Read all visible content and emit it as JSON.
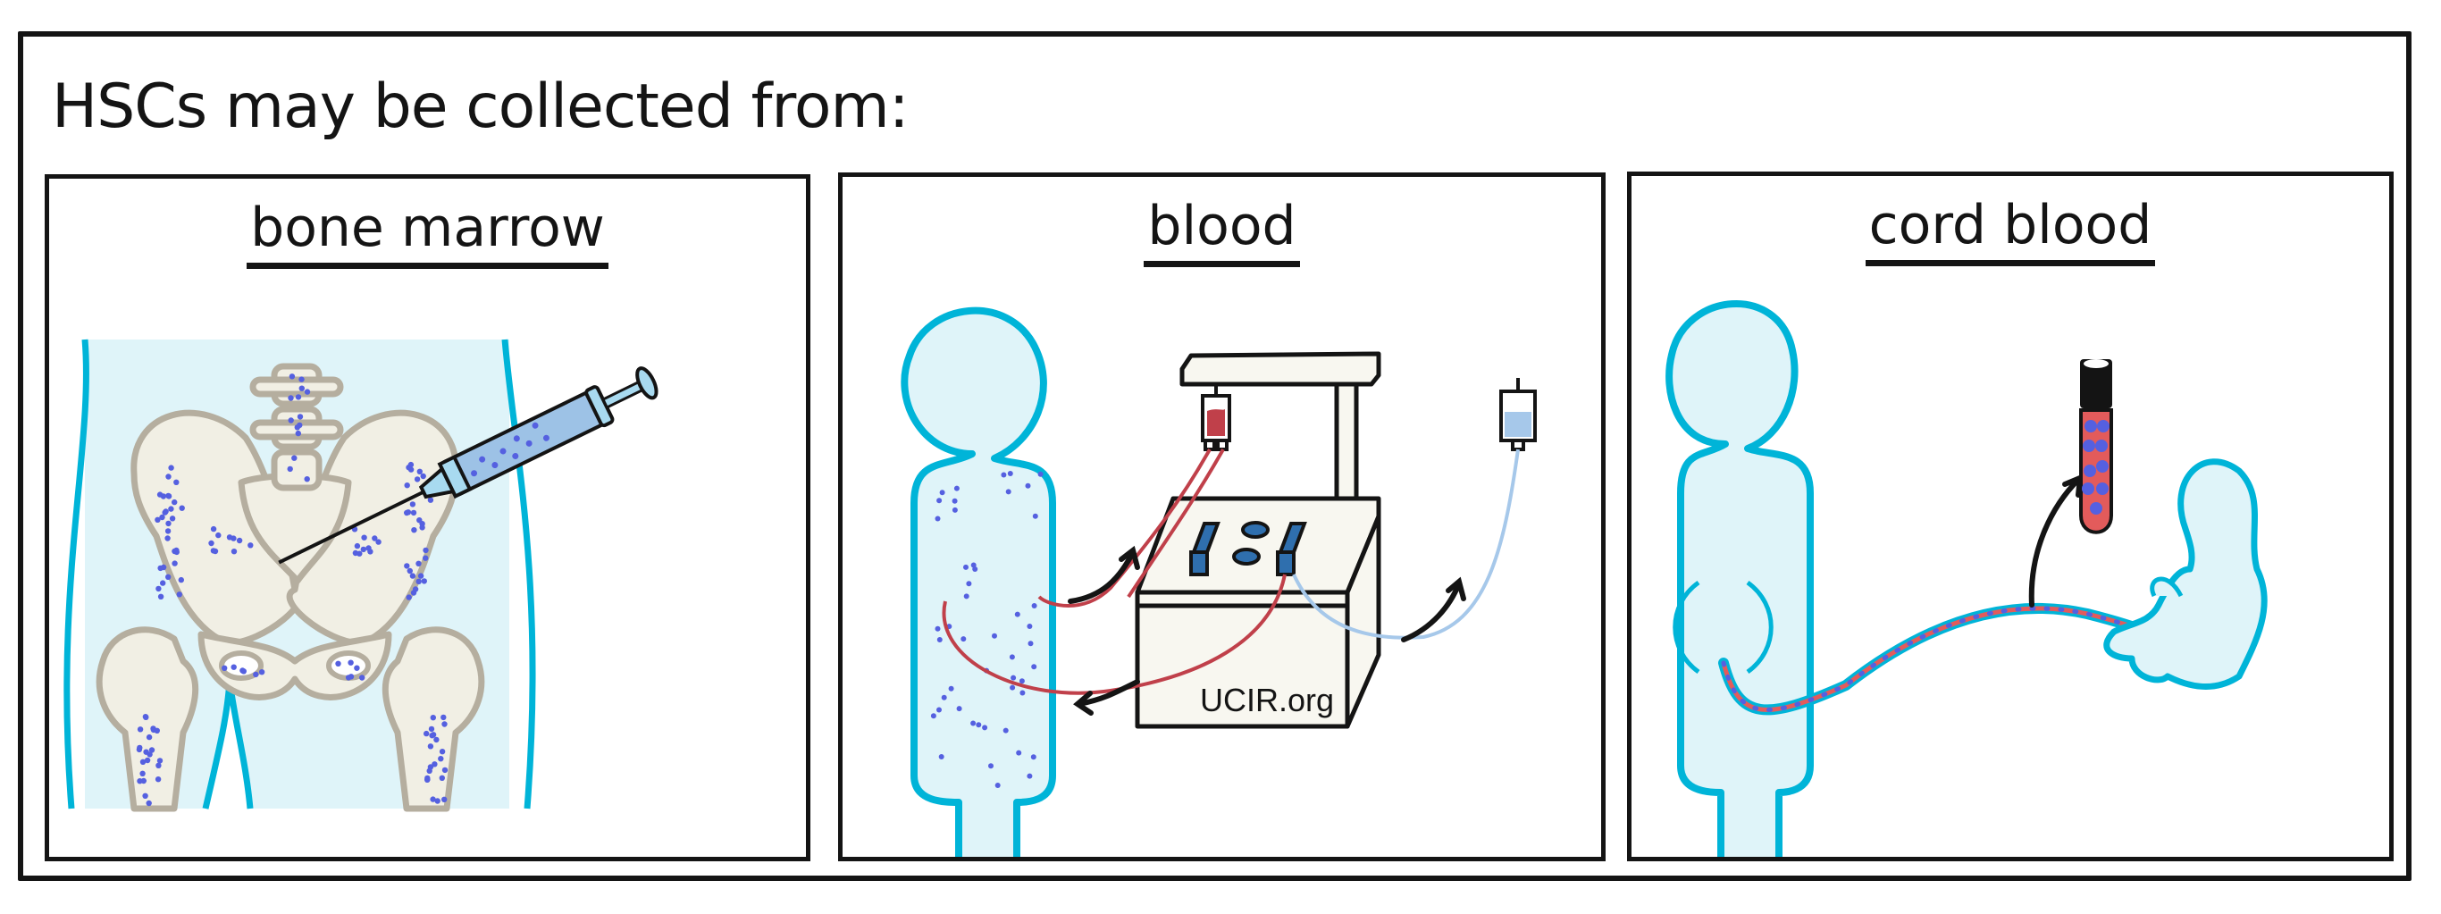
{
  "heading": "HSCs may be collected from:",
  "panels": [
    {
      "title": "bone marrow",
      "illustration": "pelvis-and-femurs-with-syringe"
    },
    {
      "title": "blood",
      "illustration": "person-connected-to-apheresis-machine",
      "machine_label": "UCIR.org"
    },
    {
      "title": "cord blood",
      "illustration": "pregnant-person-umbilical-cord-fetus-tube"
    }
  ],
  "colors": {
    "outline": "#141414",
    "body_fill": "#dff4f9",
    "body_stroke": "#00b4d8",
    "bone_fill": "#f1efe4",
    "bone_stroke": "#b5ae9f",
    "cell_dot": "#5560e0",
    "blood_red": "#c0404a",
    "plasma_blue": "#a6c8ea",
    "machine_fill": "#f8f7f0",
    "machine_button": "#2f6fae",
    "tube_red": "#e35b5b"
  }
}
